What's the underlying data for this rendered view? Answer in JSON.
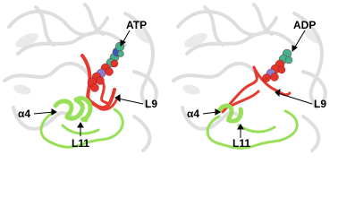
{
  "panels": [
    {
      "state": "ATP-bound",
      "labels": {
        "ligand": "ATP",
        "loop_l9": "L9",
        "helix_a4": "α4",
        "loop_l11": "L11"
      }
    },
    {
      "state": "ADP-bound",
      "labels": {
        "ligand": "ADP",
        "loop_l9": "L9",
        "helix_a4": "α4",
        "loop_l11": "L11"
      }
    }
  ],
  "colors": {
    "background_protein": "#d9d9d9",
    "l9_loop": "#e53a2f",
    "helix_and_l11": "#99e05a",
    "atom_oxygen": "#e3342b",
    "atom_carbon": "#43b08f",
    "atom_nitrogen": "#3b57c4",
    "atom_phosphorus": "#8a7fd0"
  }
}
